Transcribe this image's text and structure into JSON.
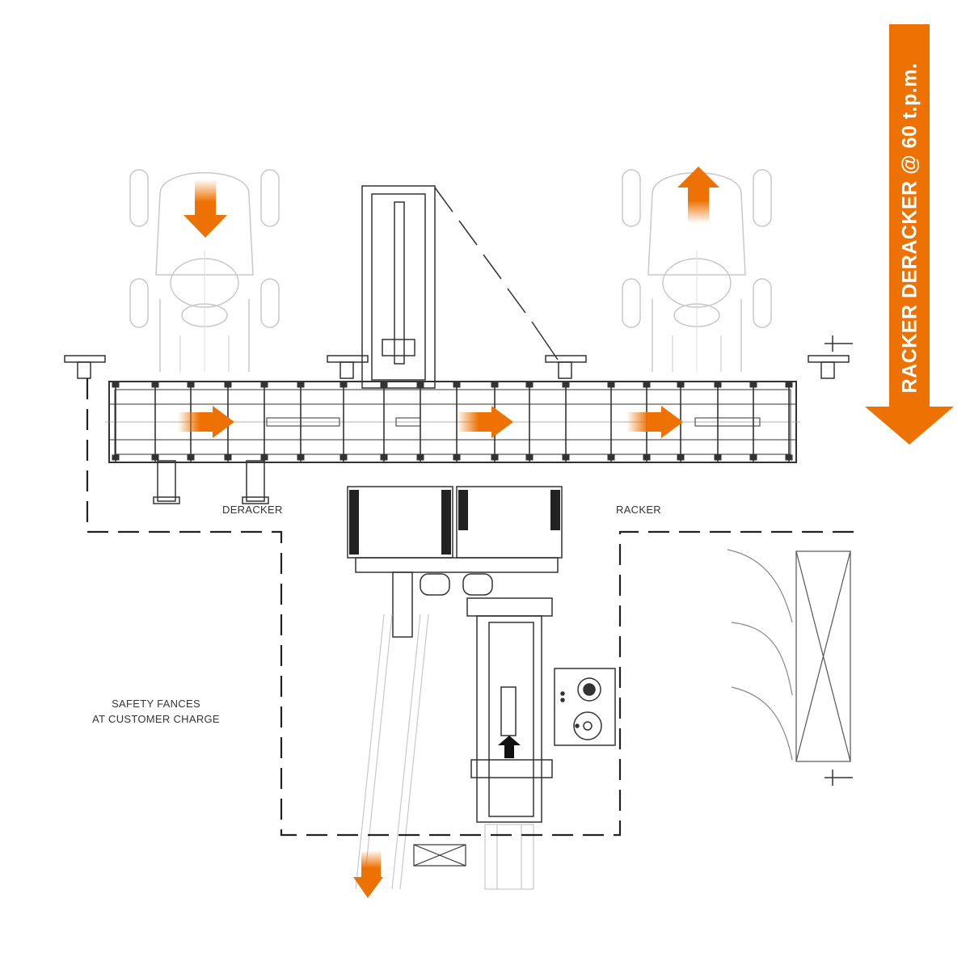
{
  "labels": {
    "deracker": "DERACKER",
    "racker": "RACKER",
    "safety_line1": "SAFETY FANCES",
    "safety_line2": "AT CUSTOMER CHARGE"
  },
  "title": "RACKER DERACKER @ 60 t.p.m.",
  "colors": {
    "accent": "#ee7203",
    "line": "#333333",
    "ghost": "#bdbdbd"
  },
  "icons": {
    "flow_arrow": "orange-arrow-icon",
    "tractor": "tractor-outline-icon",
    "pallet": "pallet-crossed-box-icon"
  }
}
